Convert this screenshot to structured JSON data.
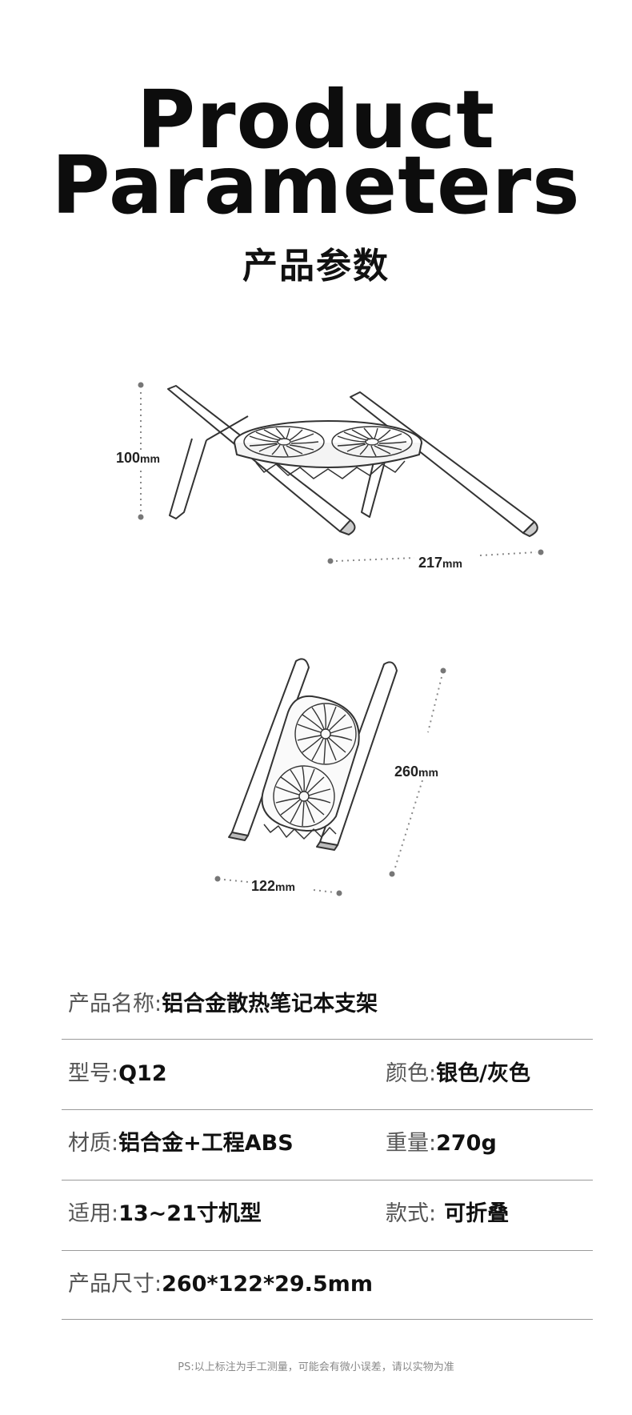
{
  "header": {
    "title_line1": "Product",
    "title_line2": "Parameters",
    "subtitle": "产品参数"
  },
  "dimensions": {
    "height": {
      "value": "100",
      "unit": "mm"
    },
    "width": {
      "value": "217",
      "unit": "mm"
    },
    "length": {
      "value": "260",
      "unit": "mm"
    },
    "depth": {
      "value": "122",
      "unit": "mm"
    }
  },
  "params": {
    "name": {
      "label": "产品名称:",
      "value": "铝合金散热笔记本支架"
    },
    "model": {
      "label": "型号:",
      "value": "Q12"
    },
    "color": {
      "label": "颜色:",
      "value": "银色/灰色"
    },
    "material": {
      "label": "材质:",
      "value": "铝合金+工程ABS"
    },
    "weight": {
      "label": "重量:",
      "value": "270g"
    },
    "fit": {
      "label": "适用:",
      "value": "13~21寸机型"
    },
    "style": {
      "label": "款式:",
      "value": "可折叠"
    },
    "size": {
      "label": "产品尺寸:",
      "value": "260*122*29.5mm"
    }
  },
  "footer": {
    "note": "PS:以上标注为手工测量，可能会有微小误差，请以实物为准"
  },
  "colors": {
    "divider": "#9a9a9a",
    "label": "#555555",
    "value": "#111111",
    "dotted": "#8a8a8a"
  }
}
